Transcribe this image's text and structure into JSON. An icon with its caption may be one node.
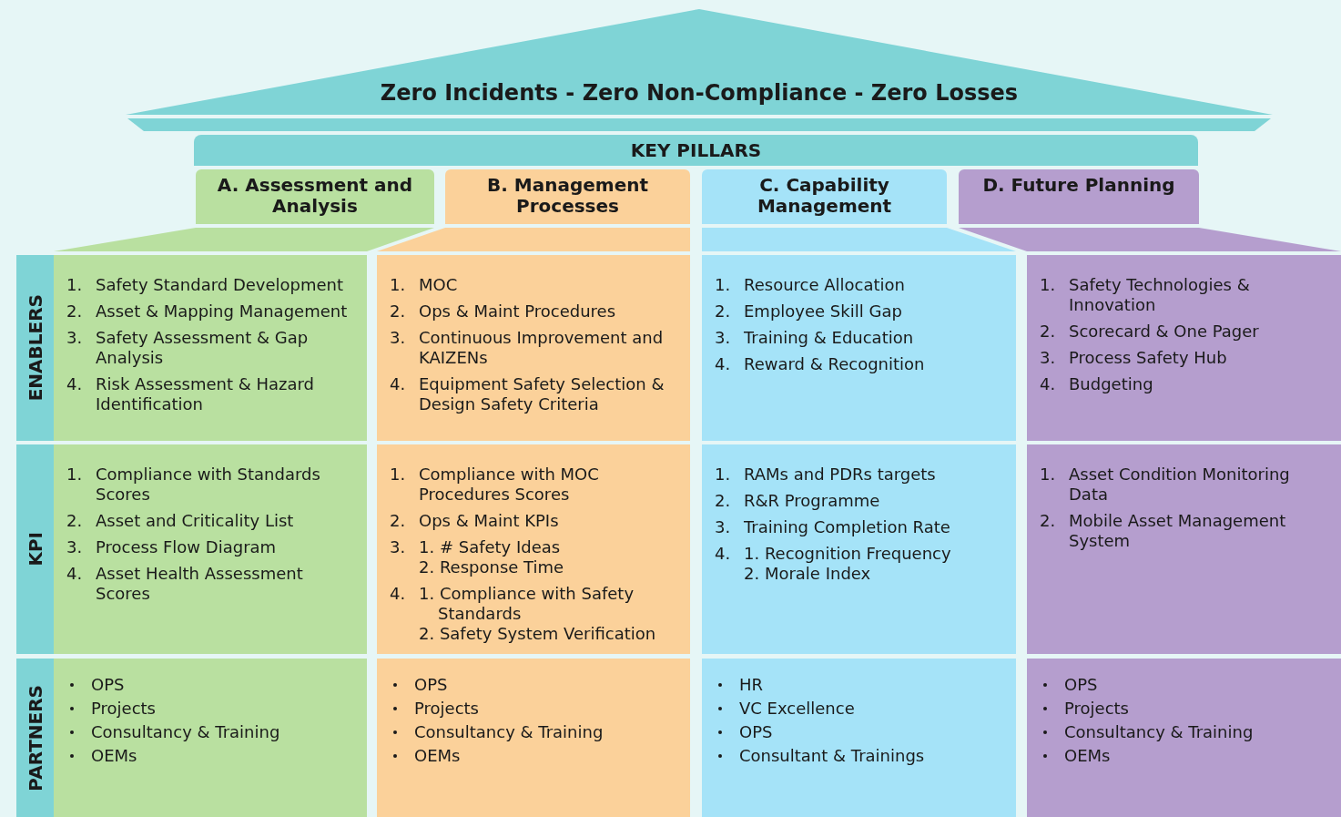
{
  "diagram": {
    "nodes": [
      {
        "text": [
          "Zero Incidents - Zero Non-Compliance - Zero Losses"
        ]
      },
      {
        "text": [
          "KEY PILLARS"
        ]
      },
      {
        "text": [
          "A. Assessment and Analysis"
        ]
      },
      {
        "text": [
          "B. Management Processes"
        ]
      },
      {
        "text": [
          "C. Capability Management"
        ]
      },
      {
        "text": [
          "D. Future Planning"
        ]
      },
      {
        "text": [
          "ENABLERS"
        ]
      },
      {
        "text": [
          "KPI"
        ]
      },
      {
        "text": [
          "PARTNERS"
        ]
      },
      {
        "text": [
          "1. Safety Standard Development",
          "2. Asset & Mapping Management",
          "3. Safety Assessment & Gap Analysis",
          "4. Risk Assessment & Hazard Identification"
        ]
      },
      {
        "text": [
          "1. MOC",
          "2. Ops & Maint Procedures",
          "3. Continuous Improvement and KAIZENs",
          "4. Equipment Safety Selection & Design Safety Criteria"
        ]
      },
      {
        "text": [
          "1. Resource Allocation",
          "2. Employee Skill Gap",
          "3. Training & Education",
          "4. Reward & Recognition"
        ]
      },
      {
        "text": [
          "1. Safety Technologies & Innovation",
          "2. Scorecard & One Pager",
          "3. Process Safety Hub",
          "4. Budgeting"
        ]
      },
      {
        "text": [
          "1. Compliance with Standards Scores",
          "2. Asset and Criticality List",
          "3. Process Flow Diagram",
          "4. Asset Health Assessment Scores"
        ]
      },
      {
        "text": [
          "1. Compliance with MOC Procedures Scores",
          "2. Ops & Maint KPIs",
          "3. 1. # Safety Ideas",
          "2. Response Time",
          "4. 1. Compliance with Safety Standards",
          "2. Safety System Verification"
        ]
      },
      {
        "text": [
          "1. RAMs and PDRs targets",
          "2. R&R Programme",
          "3. Training Completion Rate",
          "4. 1. Recognition Frequency",
          "2. Morale Index"
        ]
      },
      {
        "text": [
          "1. Asset Condition Monitoring Data",
          "2. Mobile Asset Management System"
        ]
      },
      {
        "text": [
          "OPS",
          "Projects",
          "Consultancy & Training",
          "OEMs"
        ]
      },
      {
        "text": [
          "OPS",
          "Projects",
          "Consultancy & Training",
          "OEMs"
        ]
      },
      {
        "text": [
          "HR",
          "VC Excellence",
          "OPS",
          "Consultant & Trainings"
        ]
      },
      {
        "text": [
          "OPS",
          "Projects",
          "Consultancy & Training",
          "OEMs"
        ]
      }
    ]
  }
}
